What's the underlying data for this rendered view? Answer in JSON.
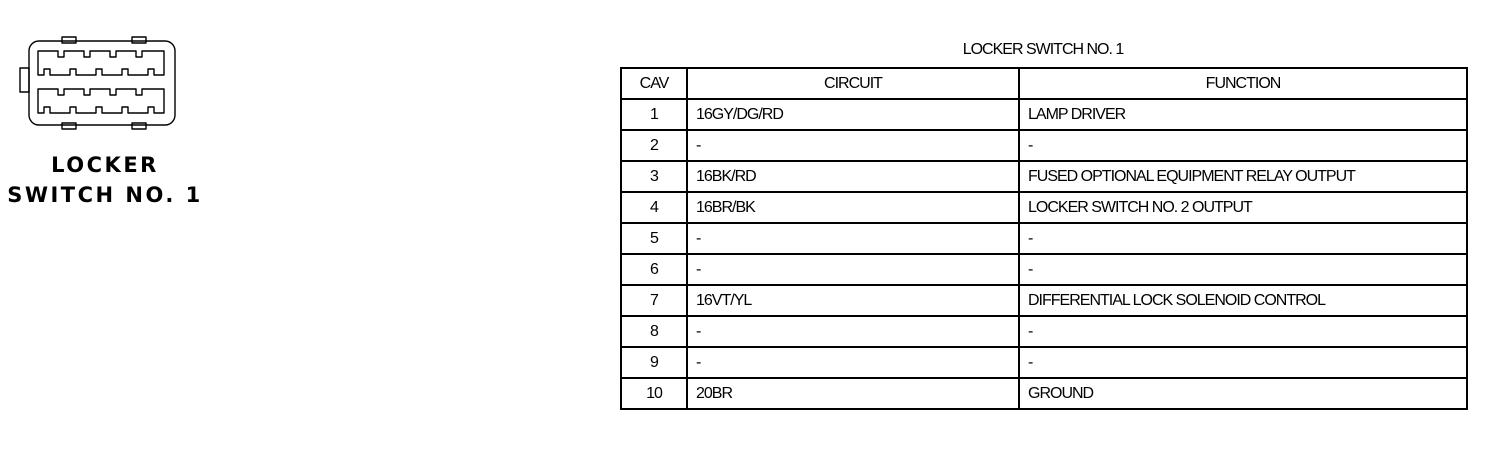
{
  "connector": {
    "label_line1": "LOCKER",
    "label_line2": "SWITCH NO. 1"
  },
  "table": {
    "title": "LOCKER SWITCH NO. 1",
    "headers": {
      "cav": "CAV",
      "circuit": "CIRCUIT",
      "function": "FUNCTION"
    },
    "rows": [
      {
        "cav": "1",
        "circuit": "16GY/DG/RD",
        "function": "LAMP DRIVER"
      },
      {
        "cav": "2",
        "circuit": "-",
        "function": "-"
      },
      {
        "cav": "3",
        "circuit": "16BK/RD",
        "function": "FUSED OPTIONAL EQUIPMENT RELAY OUTPUT"
      },
      {
        "cav": "4",
        "circuit": "16BR/BK",
        "function": "LOCKER SWITCH NO. 2 OUTPUT"
      },
      {
        "cav": "5",
        "circuit": "-",
        "function": "-"
      },
      {
        "cav": "6",
        "circuit": "-",
        "function": "-"
      },
      {
        "cav": "7",
        "circuit": "16VT/YL",
        "function": "DIFFERENTIAL LOCK SOLENOID CONTROL"
      },
      {
        "cav": "8",
        "circuit": "-",
        "function": "-"
      },
      {
        "cav": "9",
        "circuit": "-",
        "function": "-"
      },
      {
        "cav": "10",
        "circuit": "20BR",
        "function": "GROUND"
      }
    ]
  }
}
